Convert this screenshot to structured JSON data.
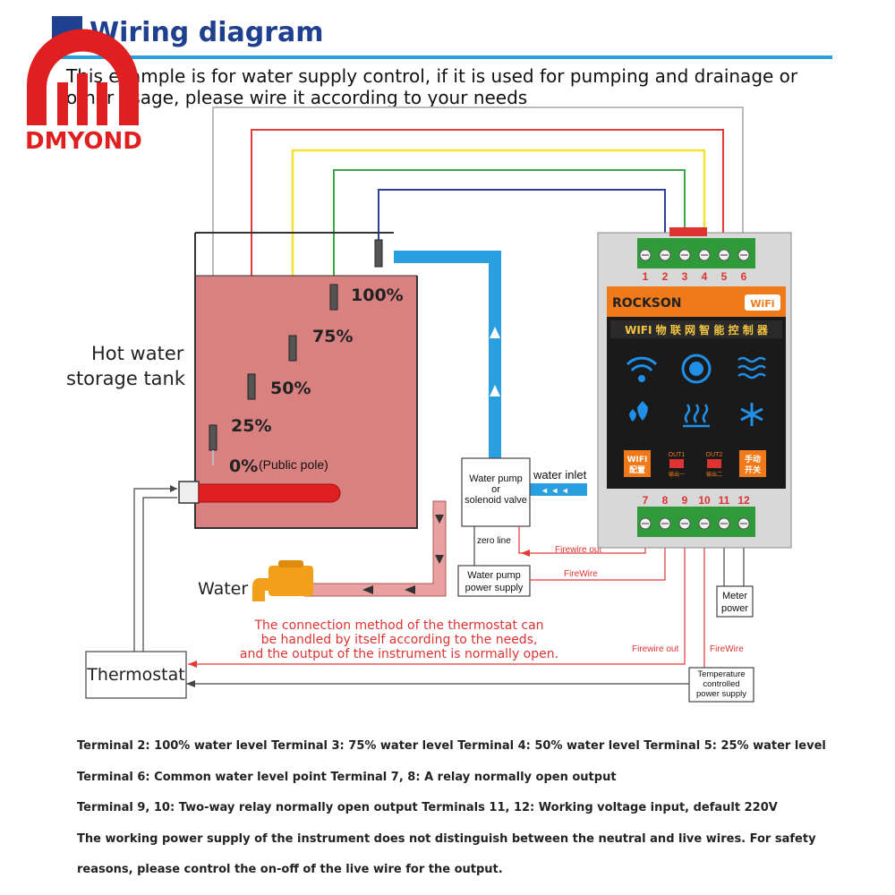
{
  "header": {
    "title": "Wiring diagram",
    "intro_line1": "This example is for water supply control, if it is used for pumping and drainage or",
    "intro_line2": "other usage, please wire it according to your needs"
  },
  "logo": {
    "text": "DMYOND"
  },
  "tank": {
    "label_line1": "Hot water",
    "label_line2": "storage tank",
    "levels": [
      "100%",
      "75%",
      "50%",
      "25%",
      "0%"
    ],
    "public_pole": "(Public pole)"
  },
  "labels": {
    "water": "Water",
    "water_inlet": "water inlet",
    "pump_valve_l1": "Water pump",
    "pump_valve_l2": "or",
    "pump_valve_l3": "solenoid valve",
    "zero_line": "zero line",
    "pump_supply_l1": "Water pump",
    "pump_supply_l2": "power supply",
    "firewire_out_1": "Firewire out",
    "firewire_1": "FireWire",
    "firewire_out_2": "Firewire out",
    "firewire_2": "FireWire",
    "meter_l1": "Meter",
    "meter_l2": "power",
    "thermostat": "Thermostat",
    "temp_l1": "Temperature",
    "temp_l2": "controlled",
    "temp_l3": "power supply"
  },
  "note": {
    "line1": "The connection method of the thermostat can",
    "line2": "be handled by itself according to the needs,",
    "line3": "and the output of the instrument is normally open."
  },
  "controller": {
    "brand": "ROCKSON",
    "wifi_badge": "WiFi",
    "subtitle": "WIFI 物 联 网 智 能 控 制 器",
    "btn_wifi_l1": "WIFI",
    "btn_wifi_l2": "配置",
    "out1": "OUT1",
    "out1_sub": "输出一",
    "out2": "OUT2",
    "out2_sub": "输出二",
    "btn_manual_l1": "手动",
    "btn_manual_l2": "开关",
    "top_terminals": [
      "1",
      "2",
      "3",
      "4",
      "5",
      "6"
    ],
    "bottom_terminals": [
      "7",
      "8",
      "9",
      "10",
      "11",
      "12"
    ]
  },
  "footer": {
    "line1": "Terminal 2: 100% water level   Terminal 3: 75% water level   Terminal 4: 50% water level   Terminal 5: 25% water level",
    "line2": "Terminal 6: Common water level point   Terminal 7, 8: A relay normally open output",
    "line3": "Terminal 9, 10: Two-way relay normally open output   Terminals 11, 12: Working voltage input, default 220V",
    "line4": "The working power supply of the instrument does not distinguish between the neutral and live wires. For safety",
    "line5": "reasons, please control the on-off of the live wire for the output."
  },
  "colors": {
    "title_blue": "#1f3f8f",
    "tank_fill": "#d98080",
    "wire_red": "#e33a3a",
    "wire_yellow": "#f2e235",
    "wire_green": "#3aa845",
    "wire_blue": "#2d3f9a",
    "wire_gray": "#bbbbbb",
    "pipe_blue": "#2a9fe0",
    "controller_orange": "#f07a1a",
    "controller_black": "#1a1a1a",
    "terminal_green": "#2e9a3a"
  }
}
